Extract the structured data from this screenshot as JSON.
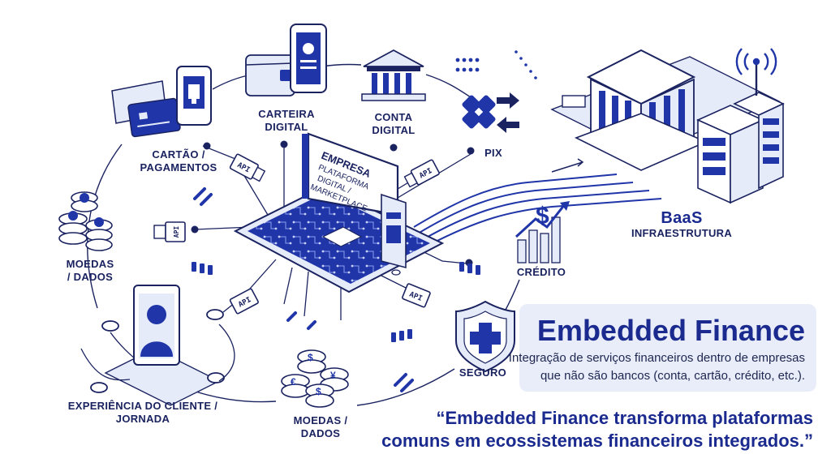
{
  "labels": {
    "cartao": [
      "CARTÃO /",
      "PAGAMENTOS"
    ],
    "carteira": [
      "CARTEIRA",
      "DIGITAL"
    ],
    "conta": [
      "CONTA",
      "DIGITAL"
    ],
    "pix": "PIX",
    "baas_title": "BaaS",
    "baas_sub": "INFRAESTRUTURA",
    "credito": "CRÉDITO",
    "seguro": "SEGURO",
    "moedas_left": [
      "MOEDAS",
      "/ DADOS"
    ],
    "moedas_bottom": [
      "MOEDAS /",
      "DADOS"
    ],
    "experiencia": [
      "EXPERIÊNCIA DO CLIENTE /",
      "JORNADA"
    ],
    "empresa": [
      "EMPRESA",
      "PLATAFORMA",
      "DIGITAL /",
      "MARKETPLACE"
    ],
    "api": "API"
  },
  "panel": {
    "title": "Embedded Finance",
    "subtitle_line1": "Integração de serviços financeiros dentro de empresas",
    "subtitle_line2": "que não são bancos (conta, cartão, crédito, etc.)."
  },
  "quote": {
    "line1": "“Embedded Finance transforma plataformas",
    "line2": "comuns em ecossistemas financeiros integrados.”"
  },
  "colors": {
    "primary": "#1f35a8",
    "dark": "#1a2360",
    "light_fill": "#e6ebfa",
    "panel_bg": "#e9edf9"
  },
  "icons": [
    "card-icon",
    "phone-icon",
    "wallet-icon",
    "bank-icon",
    "pix-icon",
    "bank-building-icon",
    "server-icon",
    "antenna-icon",
    "growth-chart-icon",
    "shield-icon",
    "coins-icon",
    "user-avatar-icon",
    "laptop-icon",
    "api-plug-icon",
    "chain-link-icon"
  ]
}
